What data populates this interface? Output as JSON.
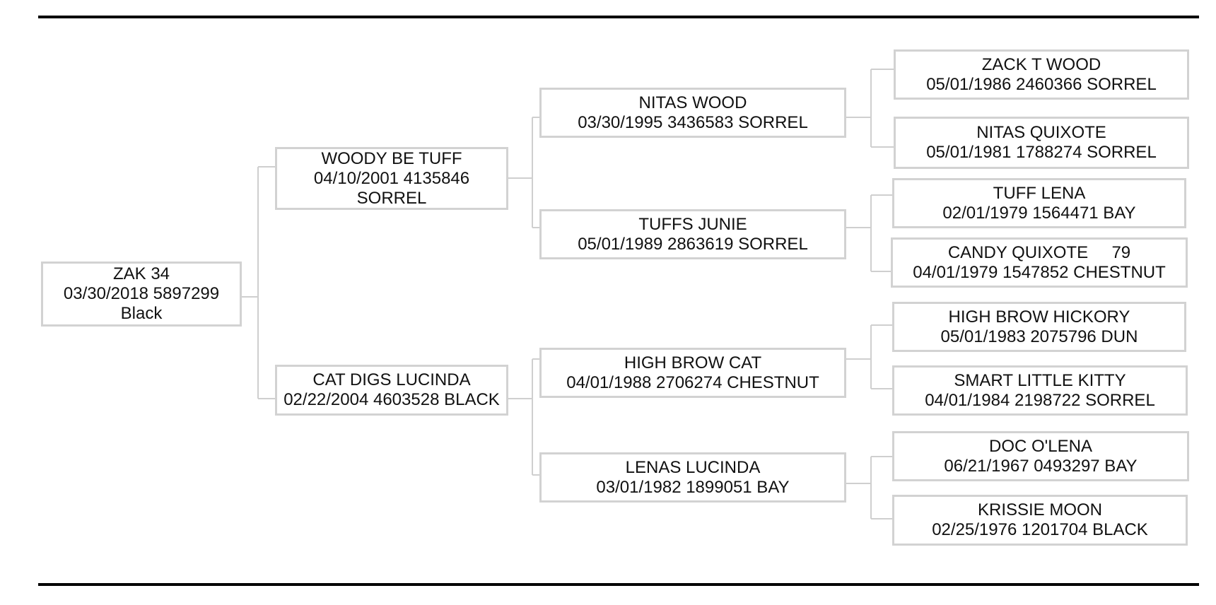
{
  "pedigree": {
    "subject": {
      "name": "ZAK 34",
      "line2": "03/30/2018 5897299",
      "line3": "Black"
    },
    "sire": {
      "name": "WOODY BE TUFF",
      "line2": "04/10/2001 4135846",
      "line3": "SORREL"
    },
    "dam": {
      "name": "CAT DIGS LUCINDA",
      "line2": "02/22/2004 4603528 BLACK"
    },
    "sire_sire": {
      "name": "NITAS WOOD",
      "line2": "03/30/1995 3436583 SORREL"
    },
    "sire_dam": {
      "name": "TUFFS JUNIE",
      "line2": "05/01/1989 2863619 SORREL"
    },
    "dam_sire": {
      "name": "HIGH BROW CAT",
      "line2": "04/01/1988 2706274 CHESTNUT"
    },
    "dam_dam": {
      "name": "LENAS LUCINDA",
      "line2": "03/01/1982 1899051 BAY"
    },
    "ss_sire": {
      "name": "ZACK T WOOD",
      "line2": "05/01/1986 2460366 SORREL"
    },
    "ss_dam": {
      "name": "NITAS QUIXOTE",
      "line2": "05/01/1981 1788274 SORREL"
    },
    "sd_sire": {
      "name": "TUFF LENA",
      "line2": "02/01/1979 1564471 BAY"
    },
    "sd_dam": {
      "name": "CANDY QUIXOTE     79",
      "line2": "04/01/1979 1547852 CHESTNUT"
    },
    "ds_sire": {
      "name": "HIGH BROW HICKORY",
      "line2": "05/01/1983 2075796 DUN"
    },
    "ds_dam": {
      "name": "SMART LITTLE KITTY",
      "line2": "04/01/1984 2198722 SORREL"
    },
    "dd_sire": {
      "name": "DOC O'LENA",
      "line2": "06/21/1967 0493297 BAY"
    },
    "dd_dam": {
      "name": "KRISSIE MOON",
      "line2": "02/25/1976 1201704 BLACK"
    }
  }
}
